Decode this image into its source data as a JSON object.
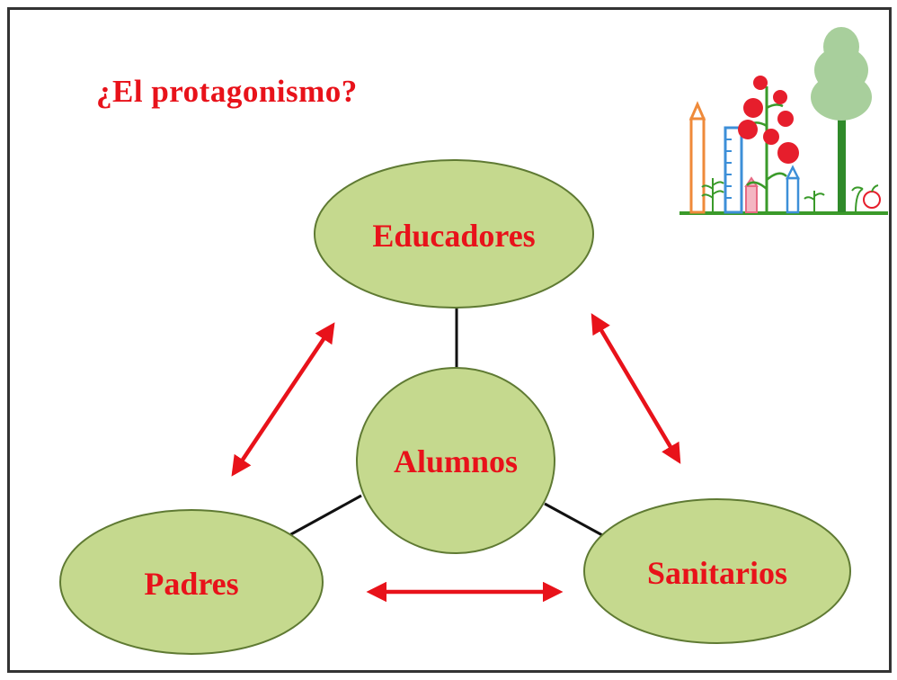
{
  "title": "¿El protagonismo?",
  "colors": {
    "accent": "#e8121a",
    "node_fill": "#c5d98e",
    "node_stroke": "#5f7a33",
    "connector": "#111111",
    "frame": "#333333"
  },
  "nodes": {
    "educadores": "Educadores",
    "alumnos": "Alumnos",
    "padres": "Padres",
    "sanitarios": "Sanitarios"
  },
  "logo": {
    "icon": "school-garden-logo-icon"
  }
}
